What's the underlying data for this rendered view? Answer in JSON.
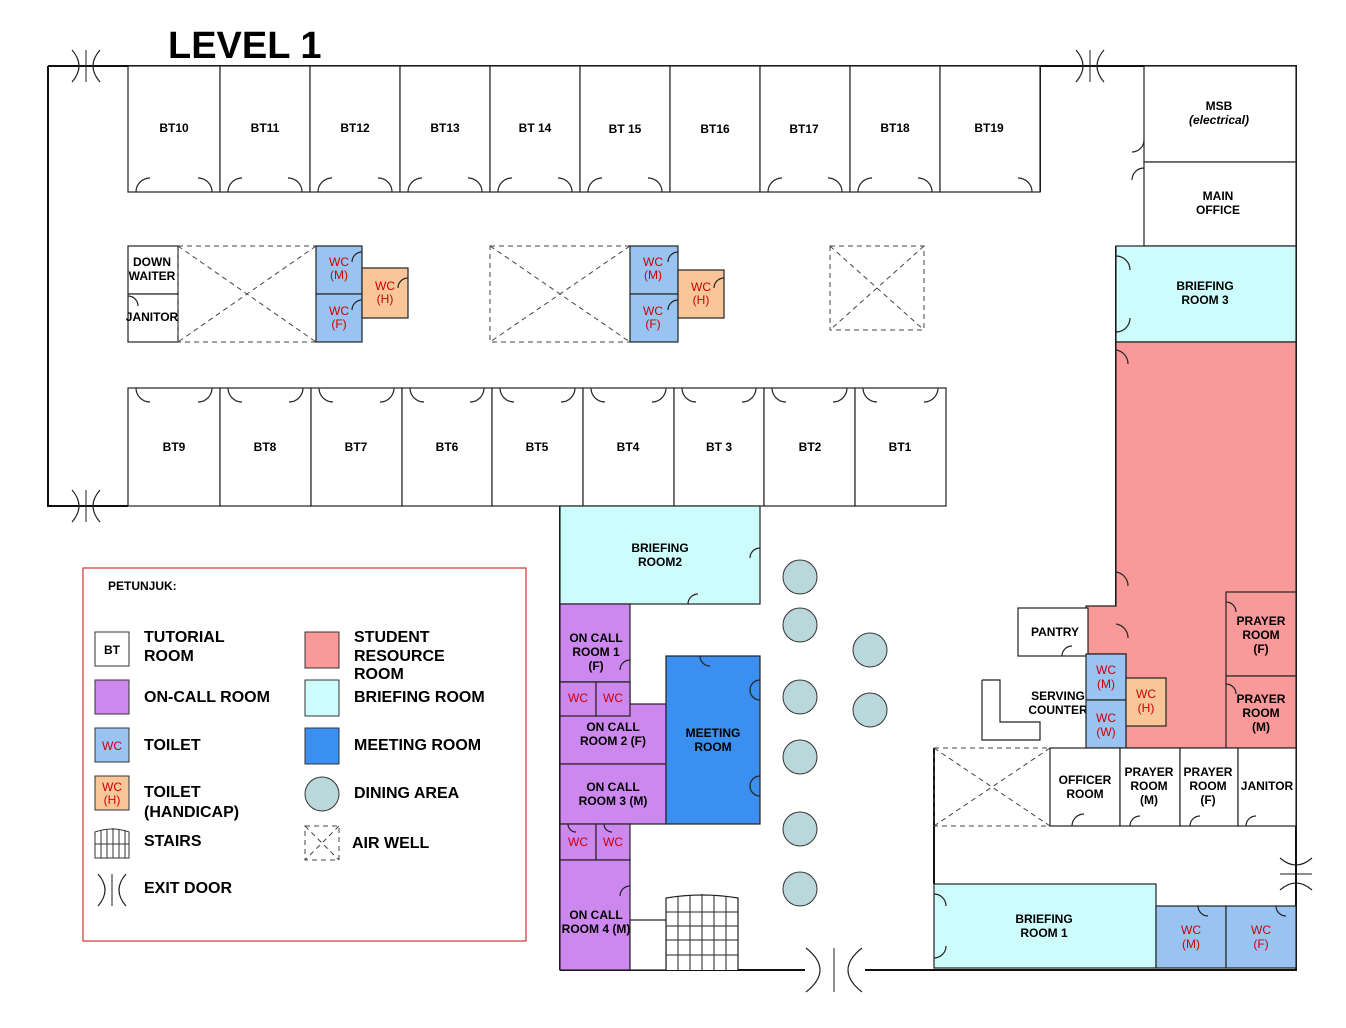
{
  "title": "LEVEL 1",
  "colors": {
    "tutorial": "#ffffff",
    "on_call": "#cc88ee",
    "toilet": "#99c4f2",
    "toilet_h": "#f9c699",
    "student_resource": "#f99999",
    "briefing": "#ccfcfb",
    "meeting": "#3a8ff0",
    "dining": "#bad8dc",
    "wc_text": "#cc0000"
  },
  "rooms": {
    "bt10": "BT10",
    "bt11": "BT11",
    "bt12": "BT12",
    "bt13": "BT13",
    "bt14": "BT 14",
    "bt15": "BT 15",
    "bt16": "BT16",
    "bt17": "BT17",
    "bt18": "BT18",
    "bt19": "BT19",
    "bt9": "BT9",
    "bt8": "BT8",
    "bt7": "BT7",
    "bt6": "BT6",
    "bt5": "BT5",
    "bt4": "BT4",
    "bt3": "BT 3",
    "bt2": "BT2",
    "bt1": "BT1",
    "msb_1": "MSB",
    "msb_2": "(electrical)",
    "main_office_1": "MAIN",
    "main_office_2": "OFFICE",
    "briefing3_1": "BRIEFING",
    "briefing3_2": "ROOM 3",
    "briefing2_1": "BRIEFING",
    "briefing2_2": "ROOM2",
    "briefing1_1": "BRIEFING",
    "briefing1_2": "ROOM 1",
    "downwaiter_1": "DOWN",
    "downwaiter_2": "WAITER",
    "janitor_a": "JANITOR",
    "janitor_b": "JANITOR",
    "pantry": "PANTRY",
    "serving_1": "SERVING",
    "serving_2": "COUNTER",
    "officer_1": "OFFICER",
    "officer_2": "ROOM",
    "prayer_m_1": "PRAYER",
    "prayer_m_2": "ROOM",
    "prayer_m_3": "(M)",
    "prayer_f_1": "PRAYER",
    "prayer_f_2": "ROOM",
    "prayer_f_3": "(F)",
    "prayer_f2_1": "PRAYER",
    "prayer_f2_2": "ROOM",
    "prayer_f2_3": "(F)",
    "prayer_m2_1": "PRAYER",
    "prayer_m2_2": "ROOM",
    "prayer_m2_3": "(M)",
    "oncall1_1": "ON CALL",
    "oncall1_2": "ROOM 1",
    "oncall1_3": "(F)",
    "oncall2_1": "ON CALL",
    "oncall2_2": "ROOM 2 (F)",
    "oncall3_1": "ON CALL",
    "oncall3_2": "ROOM 3 (M)",
    "oncall4_1": "ON CALL",
    "oncall4_2": "ROOM 4 (M)",
    "meeting_1": "MEETING",
    "meeting_2": "ROOM",
    "wc": "WC",
    "m": "(M)",
    "f": "(F)",
    "h": "(H)",
    "w": "(W)"
  },
  "legend": {
    "heading": "PETUNJUK:",
    "bt_swatch": "BT",
    "wc_swatch": "WC",
    "wch_swatch_1": "WC",
    "wch_swatch_2": "(H)",
    "tutorial_1": "TUTORIAL",
    "tutorial_2": "ROOM",
    "on_call": "ON-CALL ROOM",
    "toilet": "TOILET",
    "toilet_h_1": "TOILET",
    "toilet_h_2": "(HANDICAP)",
    "stairs": "STAIRS",
    "exit": "EXIT DOOR",
    "student_1": "STUDENT",
    "student_2": "RESOURCE",
    "student_3": "ROOM",
    "briefing": "BRIEFING ROOM",
    "meeting": "MEETING ROOM",
    "dining": "DINING AREA",
    "airwell": "AIR WELL"
  }
}
